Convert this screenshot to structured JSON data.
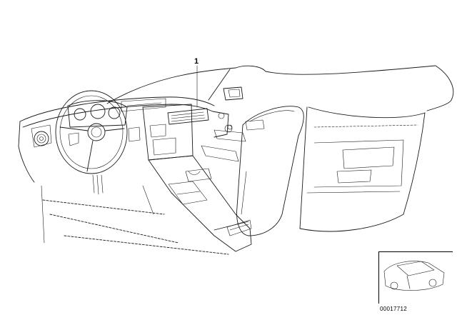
{
  "callouts": [
    {
      "label": "1",
      "part": "radio-head-unit"
    }
  ],
  "diagram_code": "00017712",
  "inset": {
    "subject": "car-locator"
  },
  "colors": {
    "line": "#1a1a1a",
    "background": "#ffffff"
  }
}
